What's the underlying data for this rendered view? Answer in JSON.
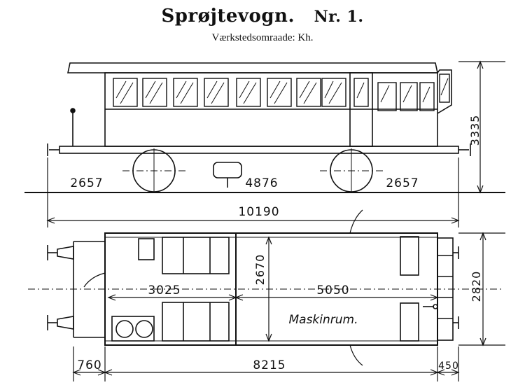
{
  "title": {
    "name": "Sprøjtevogn.",
    "number": "Nr. 1.",
    "subtitle": "Værkstedsomraade: Kh."
  },
  "side_view": {
    "height_dim": "3335",
    "overhang_left": "2657",
    "wheelbase": "4876",
    "overhang_right": "2657",
    "length_over_buffers": "10190"
  },
  "plan_view": {
    "width_outer": "2820",
    "width_inner": "2670",
    "compartment_front": "3025",
    "compartment_rear": "5050",
    "room_label": "Maskinrum.",
    "front_platform": "760",
    "body_length": "8215",
    "rear_platform": "450"
  }
}
